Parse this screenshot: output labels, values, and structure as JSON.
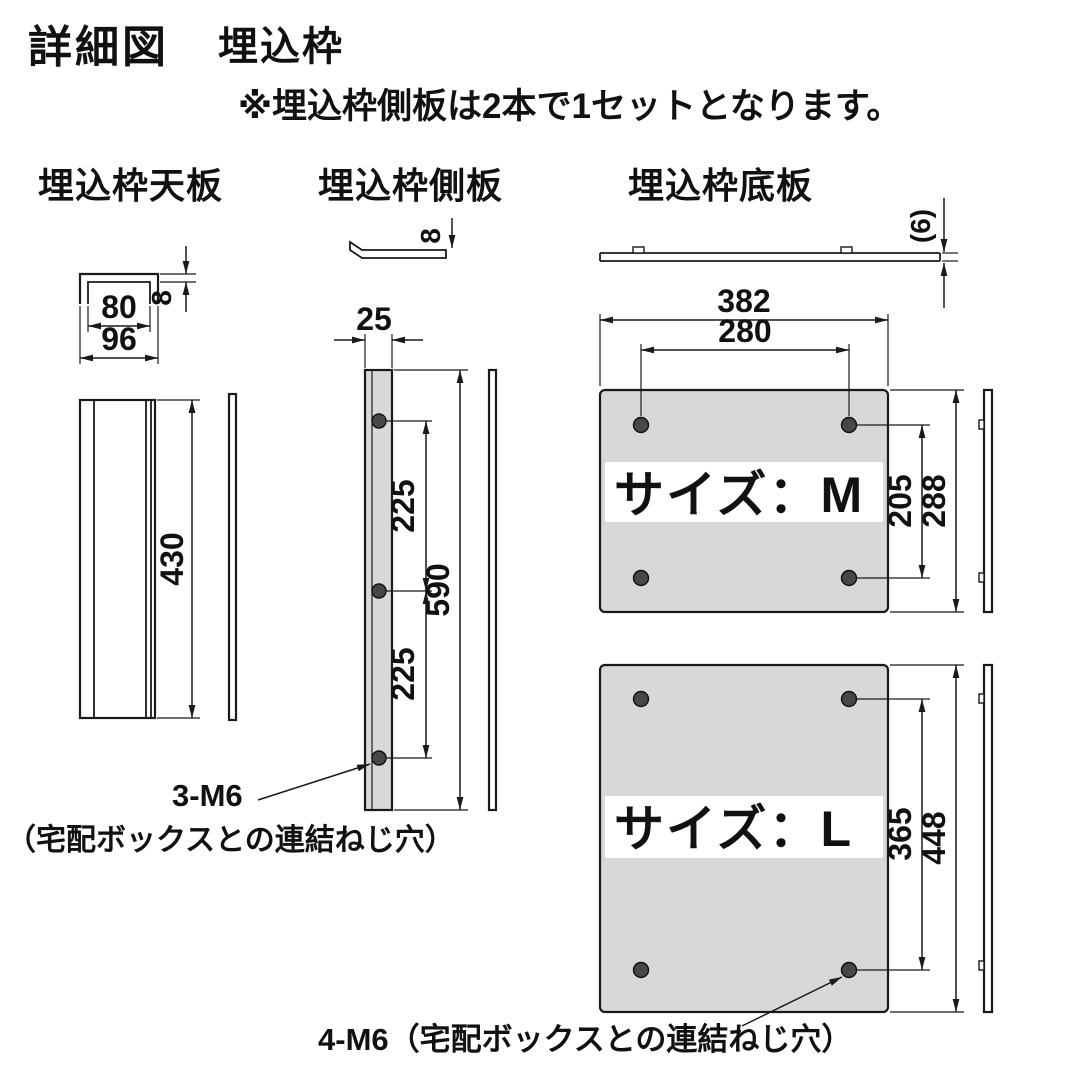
{
  "header": {
    "title": "詳細図",
    "subtitle": "埋込枠",
    "note": "※埋込枠側板は2本で1セットとなります。"
  },
  "top_plate": {
    "label": "埋込枠天板",
    "dim_thickness": "8",
    "dim_inner_width": "80",
    "dim_outer_width": "96",
    "dim_height": "430"
  },
  "side_plate": {
    "label": "埋込枠側板",
    "dim_thickness": "8",
    "dim_width": "25",
    "dim_pitch_upper": "225",
    "dim_pitch_lower": "225",
    "dim_height": "590",
    "hole_note_line1": "3-M6",
    "hole_note_line2": "（宅配ボックスとの連結ねじ穴）"
  },
  "bottom_plate": {
    "label": "埋込枠底板",
    "dim_thickness": "(6)",
    "size_m": {
      "label": "サイズ：M",
      "dim_width": "382",
      "dim_pitch_x": "280",
      "dim_pitch_y": "205",
      "dim_height": "288"
    },
    "size_l": {
      "label": "サイズ：L",
      "dim_pitch_y": "365",
      "dim_height": "448"
    },
    "hole_note": "4-M6（宅配ボックスとの連結ねじ穴）"
  },
  "colors": {
    "plate_fill": "#d8d8d8",
    "outline": "#1a1a1a",
    "screw_fill": "#474747"
  }
}
